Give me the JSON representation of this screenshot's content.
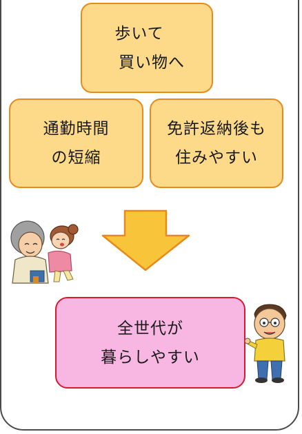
{
  "boxes": {
    "walk_shopping": {
      "line1": "歩いて",
      "line2": "買い物へ"
    },
    "commute": {
      "line1": "通勤時間",
      "line2": "の短縮"
    },
    "license_return": {
      "line1": "免許返納後も",
      "line2": "住みやすい"
    },
    "all_generations": {
      "line1": "全世代が",
      "line2": "暮らしやすい"
    }
  },
  "colors": {
    "orange_fill": "#fdd98a",
    "orange_border": "#e88a1c",
    "pink_fill": "#f8b6e3",
    "pink_border": "#d8182f",
    "arrow_fill": "#f7c43a",
    "arrow_border": "#e8891a",
    "frame_border": "#4a4a4a"
  },
  "illustrations": {
    "left": "grandmother-holding-child-illustration",
    "right": "man-pointing-illustration"
  }
}
